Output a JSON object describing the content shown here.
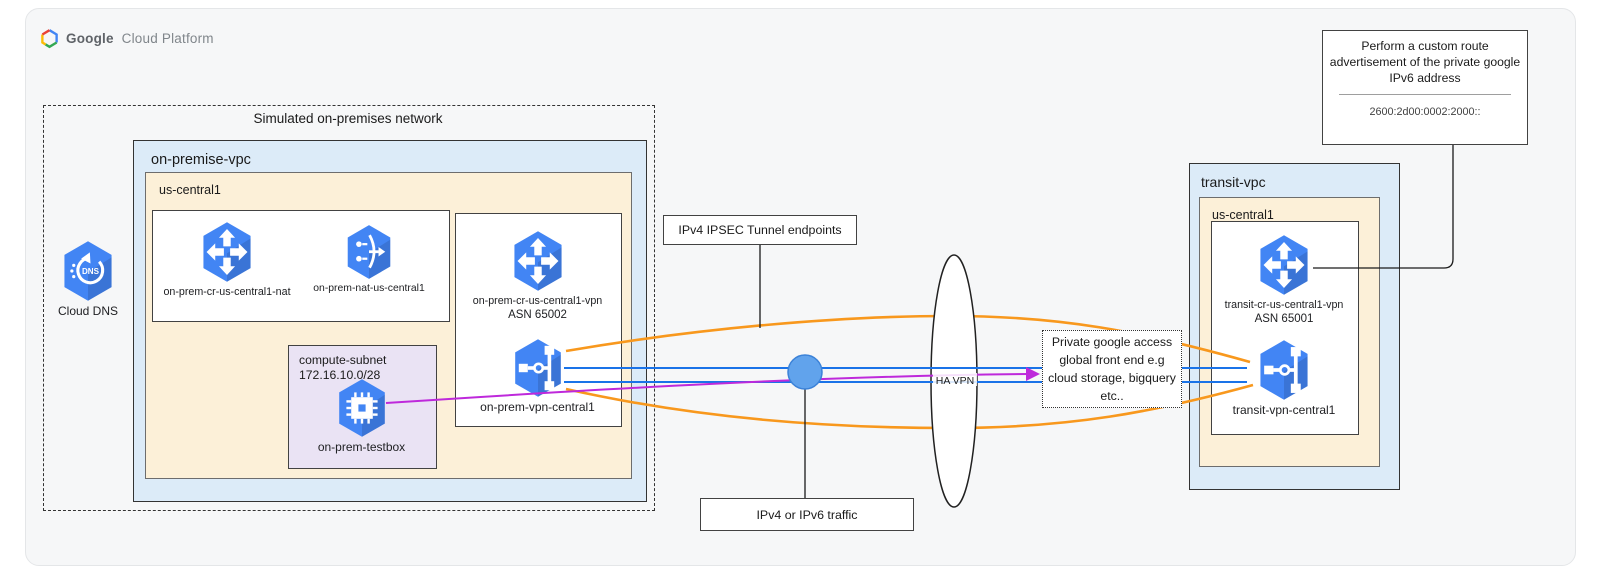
{
  "brand": {
    "name_bold": "Google",
    "name_rest": "Cloud Platform"
  },
  "colors": {
    "icon_blue": "#4285F4",
    "line_blue": "#1A73E8",
    "tunnel_orange": "#F8981D",
    "traffic_purple": "#BE29DB",
    "vpc_fill": "#DCEBF8",
    "region_fill": "#FCF0D8",
    "subnet_fill": "#EAE3F4"
  },
  "onprem": {
    "sim_label": "Simulated on-premises network",
    "vpc_label": "on-premise-vpc",
    "region_label": "us-central1",
    "dns": {
      "label": "Cloud DNS",
      "glyph_text": "DNS"
    },
    "router_nat": {
      "label": "on-prem-cr-us-central1-nat"
    },
    "nat": {
      "label": "on-prem-nat-us-central1"
    },
    "subnet": {
      "name": "compute-subnet",
      "cidr": "172.16.10.0/28",
      "vm_label": "on-prem-testbox"
    },
    "router_vpn": {
      "label": "on-prem-cr-us-central1-vpn",
      "asn": "ASN 65002"
    },
    "vpn_gw": {
      "label": "on-prem-vpn-central1"
    }
  },
  "middle": {
    "tunnel_endpoints_label": "IPv4 IPSEC Tunnel endpoints",
    "traffic_label": "IPv4 or IPv6 traffic",
    "ha_vpn_label": "HA VPN",
    "private_access_lines": [
      "Private google access",
      "global front end e.g",
      "cloud storage, bigquery",
      "etc.."
    ]
  },
  "transit": {
    "vpc_label": "transit-vpc",
    "region_label": "us-central1",
    "router_vpn": {
      "label": "transit-cr-us-central1-vpn",
      "asn": "ASN 65001"
    },
    "vpn_gw": {
      "label": "transit-vpn-central1"
    }
  },
  "callout": {
    "lines": [
      "Perform a custom route",
      "advertisement of the private google",
      "IPv6 address"
    ],
    "address": "2600:2d00:0002:2000::"
  }
}
